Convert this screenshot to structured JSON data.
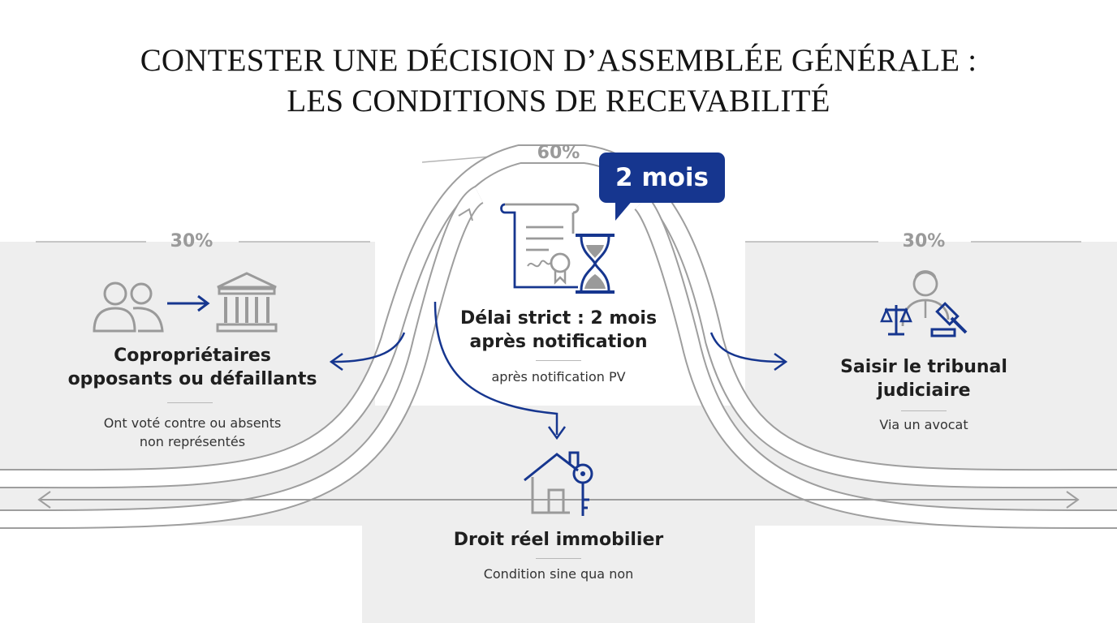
{
  "title": {
    "line1": "CONTESTER UNE DÉCISION D’ASSEMBLÉE GÉNÉRALE :",
    "line2": "LES CONDITIONS DE RECEVABILITÉ"
  },
  "percent_left": "30%",
  "percent_center": "60%",
  "percent_right": "30%",
  "badge": "2 mois",
  "left_card": {
    "title_line1": "Copropriétaires",
    "title_line2": "opposants ou défaillants",
    "sub_line1": "Ont voté contre ou absents",
    "sub_line2": "non représentés"
  },
  "center_card": {
    "title_line1": "Délai strict : 2 mois",
    "title_line2": "après notification",
    "sub": "après notification PV"
  },
  "bottom_card": {
    "title": "Droit réel immobilier",
    "sub": "Condition sine qua non"
  },
  "right_card": {
    "title_line1": "Saisir le tribunal",
    "title_line2": "judiciaire",
    "sub": "Via un avocat"
  },
  "colors": {
    "accent": "#16368f",
    "panel": "#eeeeee",
    "gray_text": "#9a9a9a"
  },
  "icons": {
    "left": [
      "people-icon",
      "arrow-right-icon",
      "courthouse-icon"
    ],
    "center": [
      "document-icon",
      "hourglass-icon"
    ],
    "bottom": [
      "house-key-icon"
    ],
    "right": [
      "judge-gavel-scales-icon"
    ]
  }
}
